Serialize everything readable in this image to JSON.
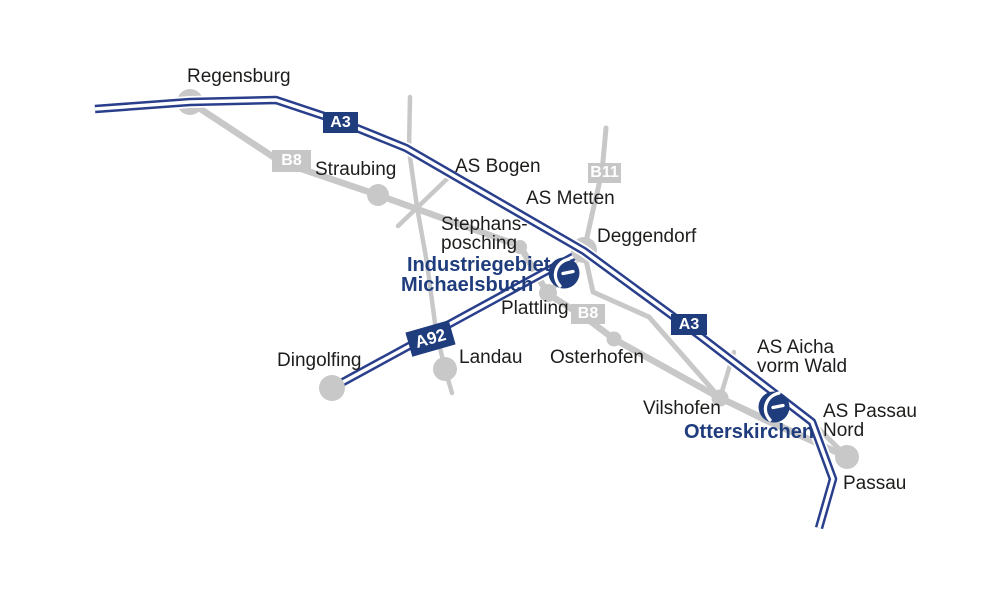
{
  "colors": {
    "autobahn_navy": "#2a3f8c",
    "badge_navy": "#1f3c7d",
    "site_text_navy": "#1f3c7d",
    "road_gray": "#c8c8c8",
    "badge_gray": "#c6c6c6",
    "label_black": "#1d1d1b",
    "background": "#ffffff"
  },
  "cities": {
    "regensburg": "Regensburg",
    "straubing": "Straubing",
    "stephansposching_line1": "Stephans-",
    "stephansposching_line2": "posching",
    "deggendorf": "Deggendorf",
    "plattling": "Plattling",
    "dingolfing": "Dingolfing",
    "landau": "Landau",
    "osterhofen": "Osterhofen",
    "vilshofen": "Vilshofen",
    "passau": "Passau"
  },
  "exits": {
    "bogen": "AS Bogen",
    "metten": "AS Metten",
    "aicha_line1": "AS Aicha",
    "aicha_line2": "vorm Wald",
    "passau_nord_line1": "AS Passau",
    "passau_nord_line2": "Nord"
  },
  "badges": {
    "a3_west": "A3",
    "a3_east": "A3",
    "a92": "A92",
    "b8_west": "B8",
    "b8_east": "B8",
    "b11": "B11"
  },
  "sites": {
    "michaelsbuch_line1": "Industriegebiet",
    "michaelsbuch_line2": "Michaelsbuch",
    "otterskirchen": "Otterskirchen"
  },
  "icons": {
    "site_marker": "company-logo-circle"
  }
}
